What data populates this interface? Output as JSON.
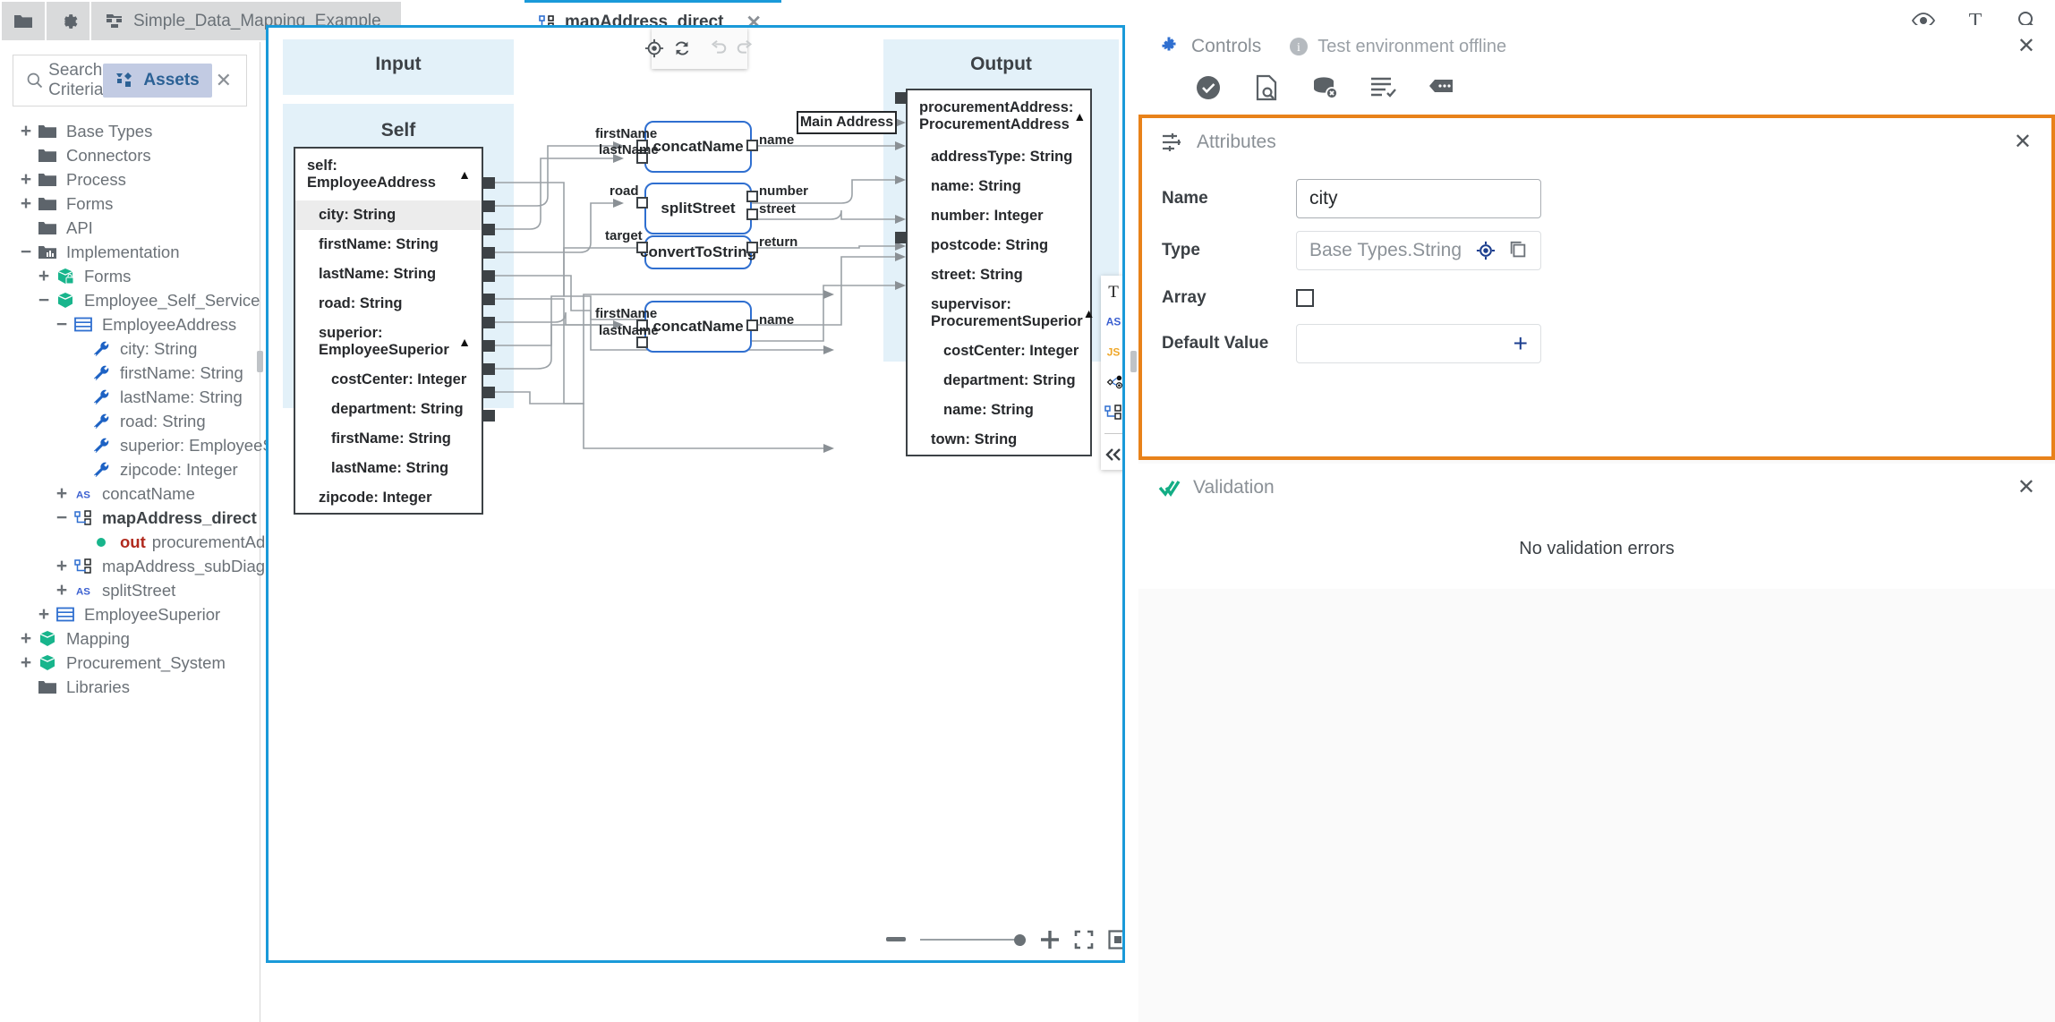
{
  "topbar": {
    "folder_icon": "folder-icon",
    "settings_icon": "gear-icon",
    "project_tab": "Simple_Data_Mapping_Example",
    "active_tab": "mapAddress_direct",
    "right_icons": [
      "eye-icon",
      "text-icon",
      "search-icon"
    ]
  },
  "sidebar": {
    "search": {
      "placeholder": "Search Criteria",
      "assets_label": "Assets"
    },
    "tree": [
      {
        "label": "Base Types",
        "toggle": "+",
        "icon": "folder-icon",
        "depth": 0
      },
      {
        "label": "Connectors",
        "toggle": "",
        "icon": "folder-icon",
        "depth": 0
      },
      {
        "label": "Process",
        "toggle": "+",
        "icon": "folder-icon",
        "depth": 0
      },
      {
        "label": "Forms",
        "toggle": "+",
        "icon": "folder-icon",
        "depth": 0
      },
      {
        "label": "API",
        "toggle": "",
        "icon": "folder-icon",
        "depth": 0
      },
      {
        "label": "Implementation",
        "toggle": "−",
        "icon": "impl-icon",
        "depth": 0
      },
      {
        "label": "Forms",
        "toggle": "+",
        "icon": "package-lock-icon",
        "depth": 1
      },
      {
        "label": "Employee_Self_Service",
        "toggle": "−",
        "icon": "package-icon",
        "depth": 1
      },
      {
        "label": "EmployeeAddress",
        "toggle": "−",
        "icon": "struct-icon",
        "depth": 2
      },
      {
        "label": "city: String",
        "toggle": "",
        "icon": "wrench-icon",
        "depth": 3
      },
      {
        "label": "firstName: String",
        "toggle": "",
        "icon": "wrench-icon",
        "depth": 3
      },
      {
        "label": "lastName: String",
        "toggle": "",
        "icon": "wrench-icon",
        "depth": 3
      },
      {
        "label": "road: String",
        "toggle": "",
        "icon": "wrench-icon",
        "depth": 3
      },
      {
        "label": "superior: EmployeeSuperior",
        "toggle": "",
        "icon": "wrench-icon",
        "depth": 3
      },
      {
        "label": "zipcode: Integer",
        "toggle": "",
        "icon": "wrench-icon",
        "depth": 3
      },
      {
        "label": "concatName",
        "toggle": "+",
        "icon": "as-icon",
        "depth": 2
      },
      {
        "label": "mapAddress_direct",
        "toggle": "−",
        "icon": "mapping-icon",
        "depth": 2,
        "bold": true
      },
      {
        "label": "procurementAddress: Pr",
        "toggle": "",
        "icon": "out-dot-icon",
        "depth": 3,
        "keyword": "out"
      },
      {
        "label": "mapAddress_subDiagram",
        "toggle": "+",
        "icon": "mapping-icon",
        "depth": 2
      },
      {
        "label": "splitStreet",
        "toggle": "+",
        "icon": "as-icon",
        "depth": 2
      },
      {
        "label": "EmployeeSuperior",
        "toggle": "+",
        "icon": "struct-icon",
        "depth": 1
      },
      {
        "label": "Mapping",
        "toggle": "+",
        "icon": "package-icon",
        "depth": 0
      },
      {
        "label": "Procurement_System",
        "toggle": "+",
        "icon": "package-icon",
        "depth": 0
      },
      {
        "label": "Libraries",
        "toggle": "",
        "icon": "folder-icon",
        "depth": 0
      }
    ]
  },
  "canvas": {
    "tools": [
      "center-icon",
      "refresh-icon",
      "undo-icon",
      "redo-icon"
    ],
    "input_region_title": "Input",
    "self_region_title": "Self",
    "output_region_title": "Output",
    "self_node": {
      "header": "self: EmployeeAddress",
      "rows": [
        {
          "label": "city: String",
          "selected": true,
          "indent": 1
        },
        {
          "label": "firstName: String",
          "selected": false,
          "indent": 1
        },
        {
          "label": "lastName: String",
          "selected": false,
          "indent": 1
        },
        {
          "label": "road: String",
          "selected": false,
          "indent": 1
        },
        {
          "label": "superior: EmployeeSuperior",
          "selected": false,
          "indent": 1,
          "caret": true
        },
        {
          "label": "costCenter: Integer",
          "selected": false,
          "indent": 2
        },
        {
          "label": "department: String",
          "selected": false,
          "indent": 2
        },
        {
          "label": "firstName: String",
          "selected": false,
          "indent": 2
        },
        {
          "label": "lastName: String",
          "selected": false,
          "indent": 2
        },
        {
          "label": "zipcode: Integer",
          "selected": false,
          "indent": 1
        }
      ]
    },
    "output_node": {
      "header": "procurementAddress: ProcurementAddress",
      "rows": [
        {
          "label": "addressType: String",
          "indent": 1
        },
        {
          "label": "name: String",
          "indent": 1
        },
        {
          "label": "number: Integer",
          "indent": 1
        },
        {
          "label": "postcode: String",
          "indent": 1
        },
        {
          "label": "street: String",
          "indent": 1
        },
        {
          "label": "supervisor: ProcurementSuperior",
          "indent": 1,
          "caret": true,
          "two_line": true
        },
        {
          "label": "costCenter: Integer",
          "indent": 2
        },
        {
          "label": "department: String",
          "indent": 2
        },
        {
          "label": "name: String",
          "indent": 2
        },
        {
          "label": "town: String",
          "indent": 1
        }
      ]
    },
    "main_address_label": "Main Address",
    "functions": [
      {
        "name": "concatName",
        "inputs": [
          "firstName",
          "lastName"
        ],
        "outputs": [
          "name"
        ]
      },
      {
        "name": "splitStreet",
        "inputs": [
          "road"
        ],
        "outputs": [
          "number",
          "street"
        ]
      },
      {
        "name": "convertToString",
        "inputs": [
          "target"
        ],
        "outputs": [
          "return"
        ]
      },
      {
        "name": "concatName",
        "inputs": [
          "firstName",
          "lastName"
        ],
        "outputs": [
          "name"
        ]
      }
    ],
    "palette": [
      "text-icon",
      "as-icon",
      "js-icon",
      "connector-icon",
      "mapping-icon",
      "collapse-icon"
    ],
    "zoom_controls": [
      "zoom-out-icon",
      "zoom-slider",
      "zoom-in-icon",
      "fit-screen-icon",
      "actual-size-icon"
    ]
  },
  "right": {
    "controls": {
      "title": "Controls",
      "status": "Test environment offline",
      "icons": [
        "validate-icon",
        "inspect-doc-icon",
        "clear-data-icon",
        "log-icon",
        "comment-icon"
      ]
    },
    "attributes": {
      "title": "Attributes",
      "name_label": "Name",
      "name_value": "city",
      "type_label": "Type",
      "type_placeholder": "Base Types.String",
      "array_label": "Array",
      "array_checked": false,
      "default_label": "Default Value",
      "default_value": "",
      "add_symbol": "+"
    },
    "validation": {
      "title": "Validation",
      "message": "No validation errors"
    },
    "accent_color": "#e8821a"
  }
}
